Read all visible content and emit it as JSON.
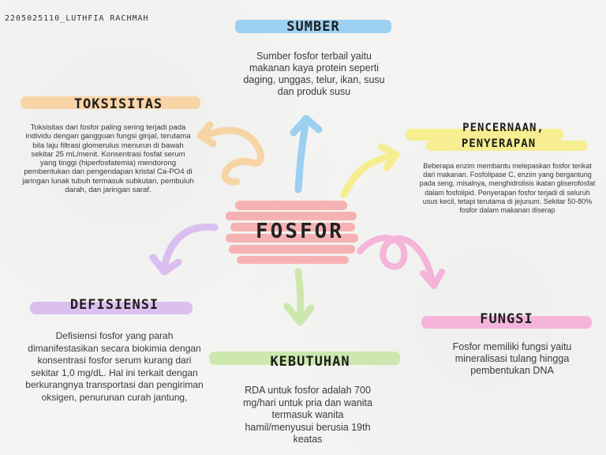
{
  "author": "2205025110_LUTHFIA RACHMAH",
  "center": {
    "title": "FOSFOR"
  },
  "sections": {
    "sumber": {
      "title": "SUMBER",
      "text": "Sumber fosfor terbail yaitu makanan kaya protein seperti daging, unggas, telur, ikan, susu dan produk susu"
    },
    "toksisitas": {
      "title": "TOKSISITAS",
      "text": "Toksisitas dari fosfor paling sering terjadi pada individu dengan  gangguan fungsi ginjal, terutama bila laju filtrasi glomerulus menurun di bawah sekitar 25 mL/menit. Konsentrasi fosfat serum yang tinggi (hiperfosfatemia) mendorong pembentukan dan pengendapan kristal Ca-PO4 di jaringan lunak tubuh termasuk subkutan, pembuluh darah, dan jaringan saraf."
    },
    "pencernaan": {
      "title_line1": "PENCERNAAN,",
      "title_line2": "PENYERAPAN",
      "text": "Beberapa enzim membantu melepaskan fosfor terikat dari makanan. Fosfolipase C, enzim yang bergantung pada seng, misalnya, menghidrolisis ikatan gliserofosfat dalam fosfolipid. Penyerapan fosfor terjadi di seluruh usus kecil, tetapi terutama di jejunum. Sekitar 50-80% fosfor dalam makanan diserap"
    },
    "defisiensi": {
      "title": "DEFISIENSI",
      "text": "Defisiensi fosfor yang parah dimanifestasikan secara biokimia dengan konsentrasi fosfor serum kurang dari sekitar 1,0 mg/dL. Hal ini terkait dengan berkurangnya transportasi dan pengiriman oksigen, penurunan curah jantung,"
    },
    "fungsi": {
      "title": "FUNGSI",
      "text": "Fosfor memiliki fungsi yaitu mineralisasi tulang hingga pembentukan DNA"
    },
    "kebutuhan": {
      "title": "KEBUTUHAN",
      "text": "RDA untuk fosfor adalah 700 mg/hari untuk pria dan wanita termasuk wanita hamil/menyusui berusia 19th keatas"
    }
  },
  "colors": {
    "blue": "#8ec9f2",
    "orange": "#f9cf99",
    "yellow": "#f7ec80",
    "lavender": "#d6b6ef",
    "pink": "#f6a9d6",
    "green": "#c6e5a3",
    "red": "#f7a8a8"
  }
}
